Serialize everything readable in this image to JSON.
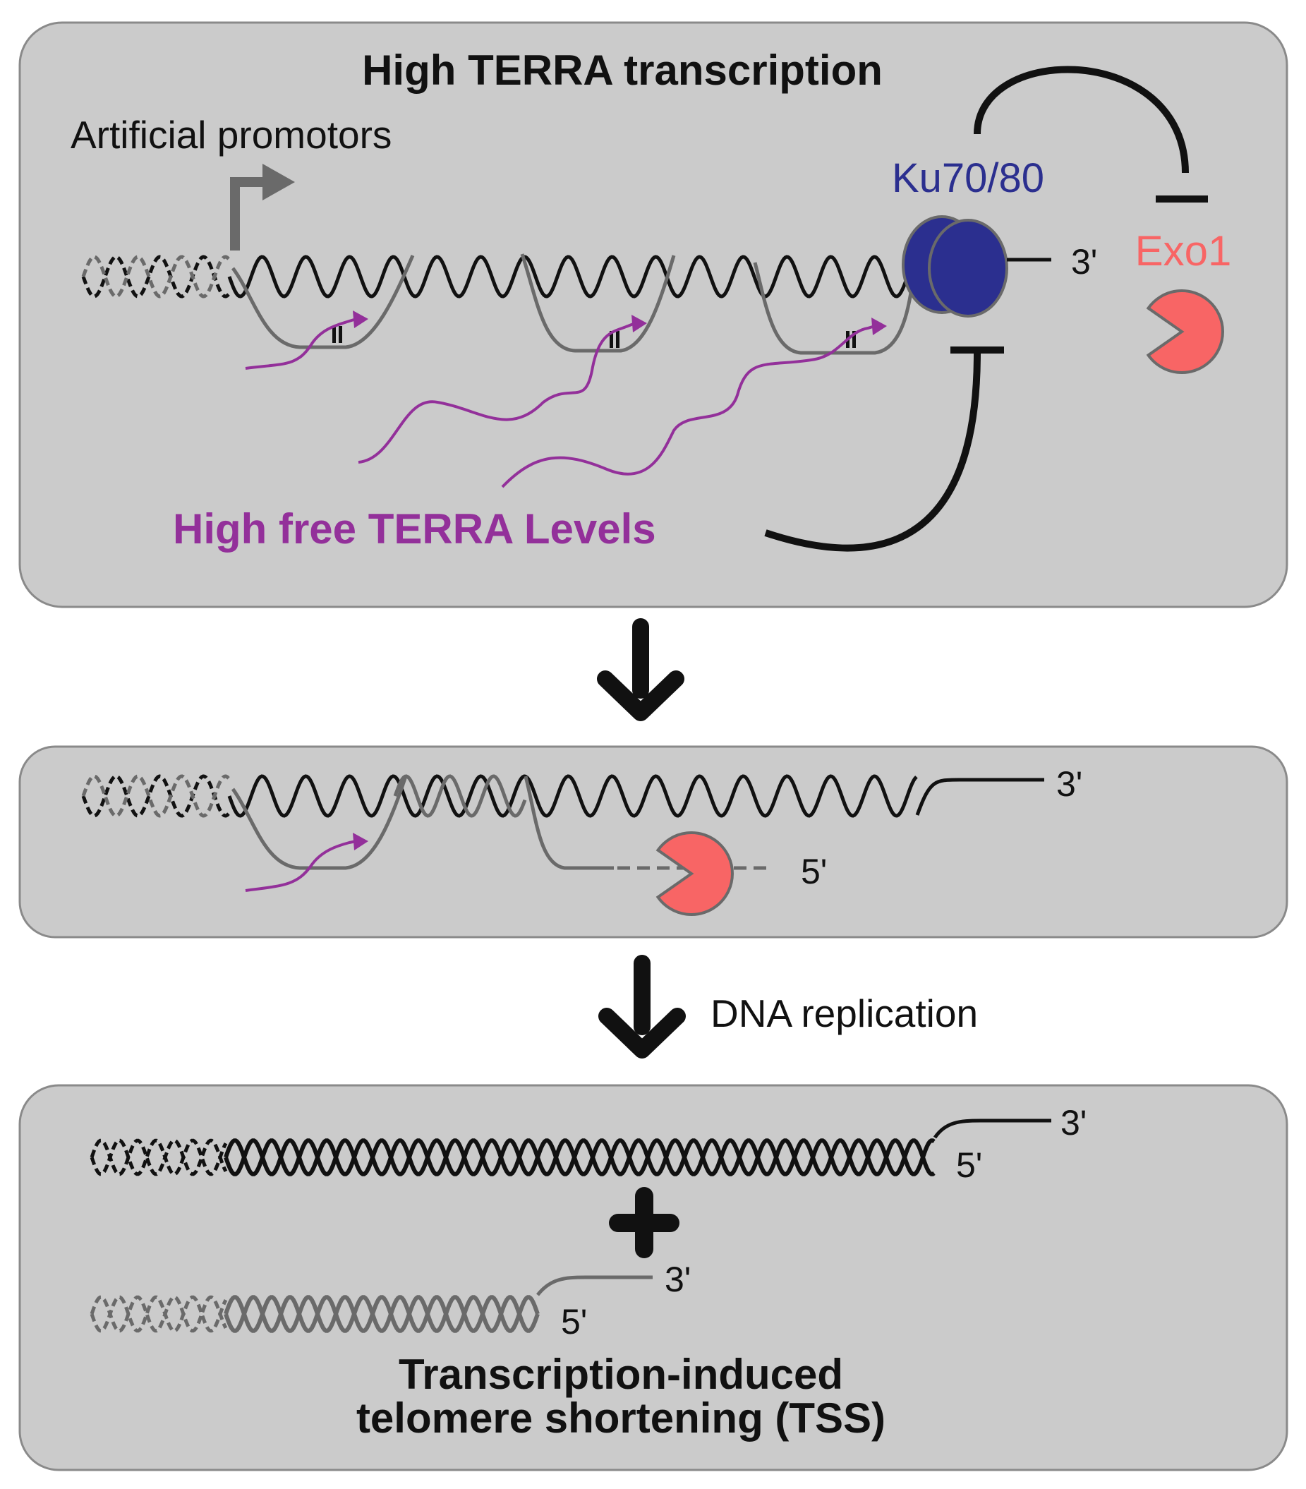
{
  "panel1": {
    "title": "High TERRA transcription",
    "promoter_label": "Artificial promotors",
    "ku_label": "Ku70/80",
    "exo_label": "Exo1",
    "three_prime": "3'",
    "terra_label": "High free TERRA Levels"
  },
  "panel2": {
    "three_prime": "3'",
    "five_prime": "5'"
  },
  "step2_label": "DNA replication",
  "panel3": {
    "top_three_prime": "3'",
    "top_five_prime": "5'",
    "bottom_three_prime": "3'",
    "bottom_five_prime": "5'",
    "conclusion_line1": "Transcription-induced",
    "conclusion_line2": "telomere shortening (TSS)"
  },
  "colors": {
    "panel_fill": "#cbcbcb",
    "panel_stroke": "#8a8a8a",
    "dna_black": "#111111",
    "dna_gray": "#6a6a6a",
    "terra_purple": "#93309a",
    "ku_blue": "#2b2f8f",
    "exo_salmon": "#f86565"
  }
}
